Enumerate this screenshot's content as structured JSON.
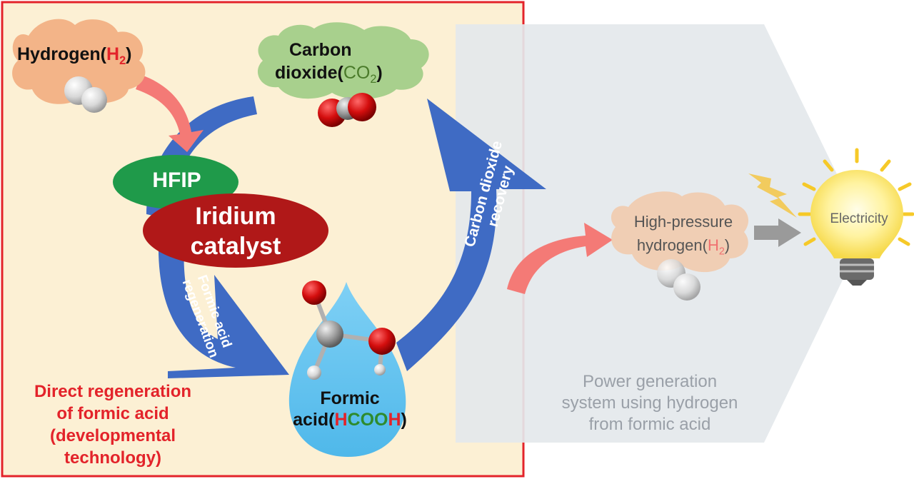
{
  "hydrogen": {
    "prefix": "Hydrogen(",
    "symbol": "H",
    "sub": "2",
    "suffix": ")"
  },
  "co2": {
    "line1": "Carbon",
    "line2_prefix": "dioxide(",
    "symbol": "CO",
    "sub": "2",
    "suffix": ")"
  },
  "hfip": "HFIP",
  "iridium": {
    "line1": "Iridium",
    "line2": "catalyst"
  },
  "formic_arrow": {
    "line1": "Formic acid",
    "line2": "regeneration"
  },
  "co2_recovery": {
    "line1": "Carbon dioxide",
    "line2": "recovery"
  },
  "formic_acid": {
    "line1": "Formic",
    "line2_prefix": "acid(",
    "h1": "H",
    "cooh": "COO",
    "h2": "H",
    "suffix": ")"
  },
  "direct": {
    "line1": "Direct regeneration",
    "line2": "of formic acid",
    "line3": "(developmental",
    "line4": "technology)"
  },
  "hp_hydrogen": {
    "line1": "High-pressure",
    "line2_prefix": "hydrogen(",
    "symbol": "H",
    "sub": "2",
    "suffix": ")"
  },
  "electricity": "Electricity",
  "power": {
    "line1": "Power generation",
    "line2": "system using hydrogen",
    "line3": "from formic acid"
  },
  "colors": {
    "panel_bg": "#fcf0d4",
    "frame": "#e3232a",
    "arrow_blue": "#3f6bc4",
    "hfip_green": "#1f9a4a",
    "iridium_red": "#b01818",
    "droplet": "#5cc3ef",
    "cloud_orange": "#f3b488",
    "cloud_green": "#a8d08d",
    "gray_panel": "#e4e8ec"
  }
}
